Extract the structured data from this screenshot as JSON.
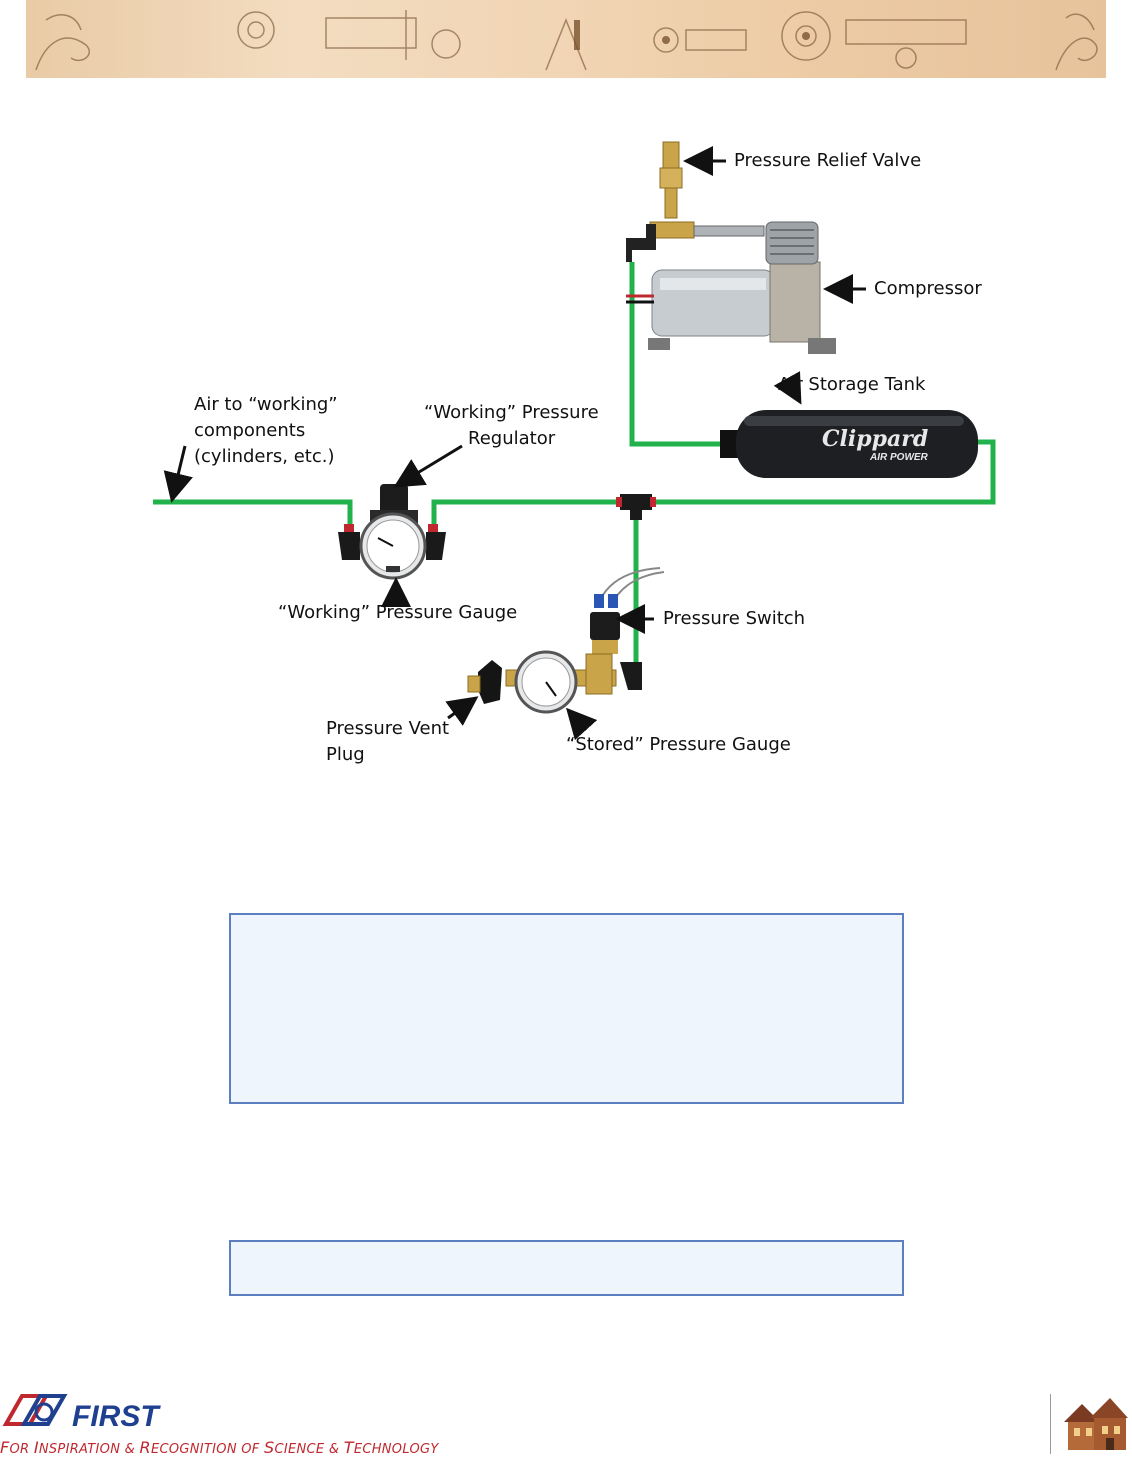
{
  "labels": {
    "pressure_relief_valve": "Pressure Relief Valve",
    "compressor": "Compressor",
    "air_storage_tank": "Air Storage Tank",
    "air_to_working_1": "Air to “working”",
    "air_to_working_2": "components",
    "air_to_working_3": "(cylinders, etc.)",
    "working_regulator_1": "“Working” Pressure",
    "working_regulator_2": "Regulator",
    "working_gauge": "“Working” Pressure Gauge",
    "pressure_switch": "Pressure Switch",
    "vent_plug_1": "Pressure Vent",
    "vent_plug_2": "Plug",
    "stored_gauge": "“Stored” Pressure Gauge"
  },
  "tank_brand": "Clippard",
  "tank_sub": "AIR POWER",
  "footer": {
    "logo_text": "FIRST",
    "tagline_parts": [
      {
        "big": "F",
        "rest": "OR "
      },
      {
        "big": "I",
        "rest": "NSPIRATION & "
      },
      {
        "big": "R",
        "rest": "ECOGNITION OF "
      },
      {
        "big": "S",
        "rest": "CIENCE & "
      },
      {
        "big": "T",
        "rest": "ECHNOLOGY"
      }
    ]
  },
  "colors": {
    "tubing": "#22b24c",
    "box_fill": "#eef5fc",
    "box_border": "#5b7fc0",
    "first_red": "#c0282f",
    "first_blue": "#1f3f8f"
  }
}
